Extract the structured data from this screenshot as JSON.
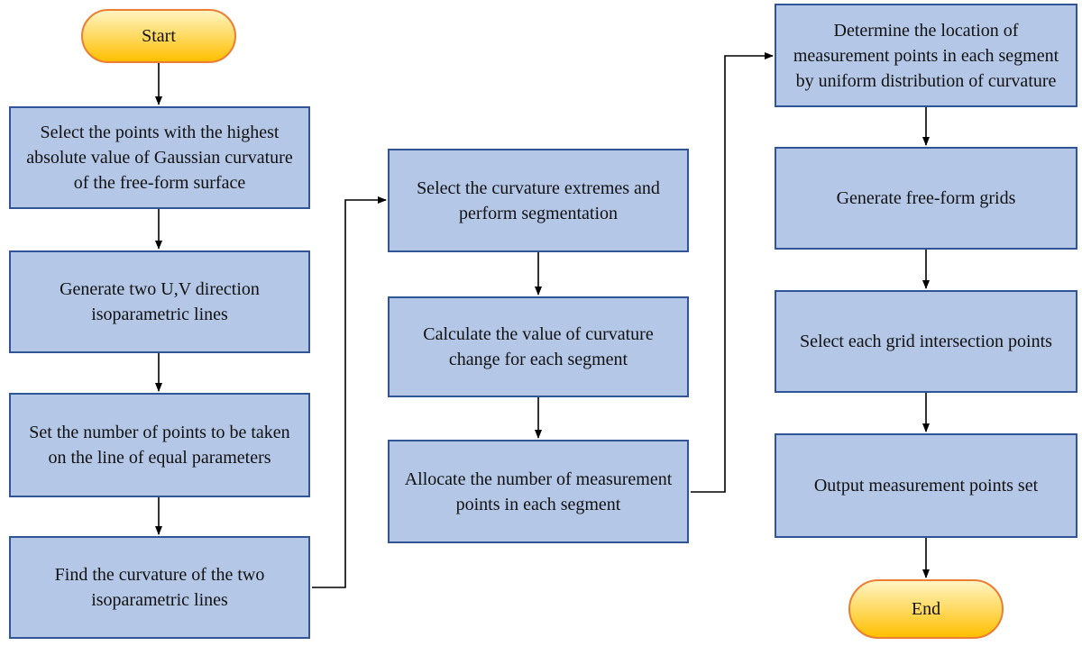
{
  "colors": {
    "box_fill": "#b4c7e7",
    "box_border": "#2f5597",
    "terminal_fill": "#ffd54f",
    "terminal_border": "#ed7d31",
    "arrow": "#000000"
  },
  "start_label": "Start",
  "end_label": "End",
  "steps": [
    "Select the points with the highest absolute value of Gaussian curvature of the free-form surface",
    "Generate two U,V direction isoparametric lines",
    "Set the number of points to be taken on the line of equal parameters",
    "Find the curvature of the two isoparametric lines",
    "Select the curvature extremes and perform segmentation",
    "Calculate the value of curvature change for each segment",
    "Allocate the number of measurement points in each segment",
    "Determine the location of measurement points in each segment by uniform distribution of curvature",
    "Generate free-form grids",
    "Select each grid intersection points",
    "Output measurement points set"
  ]
}
